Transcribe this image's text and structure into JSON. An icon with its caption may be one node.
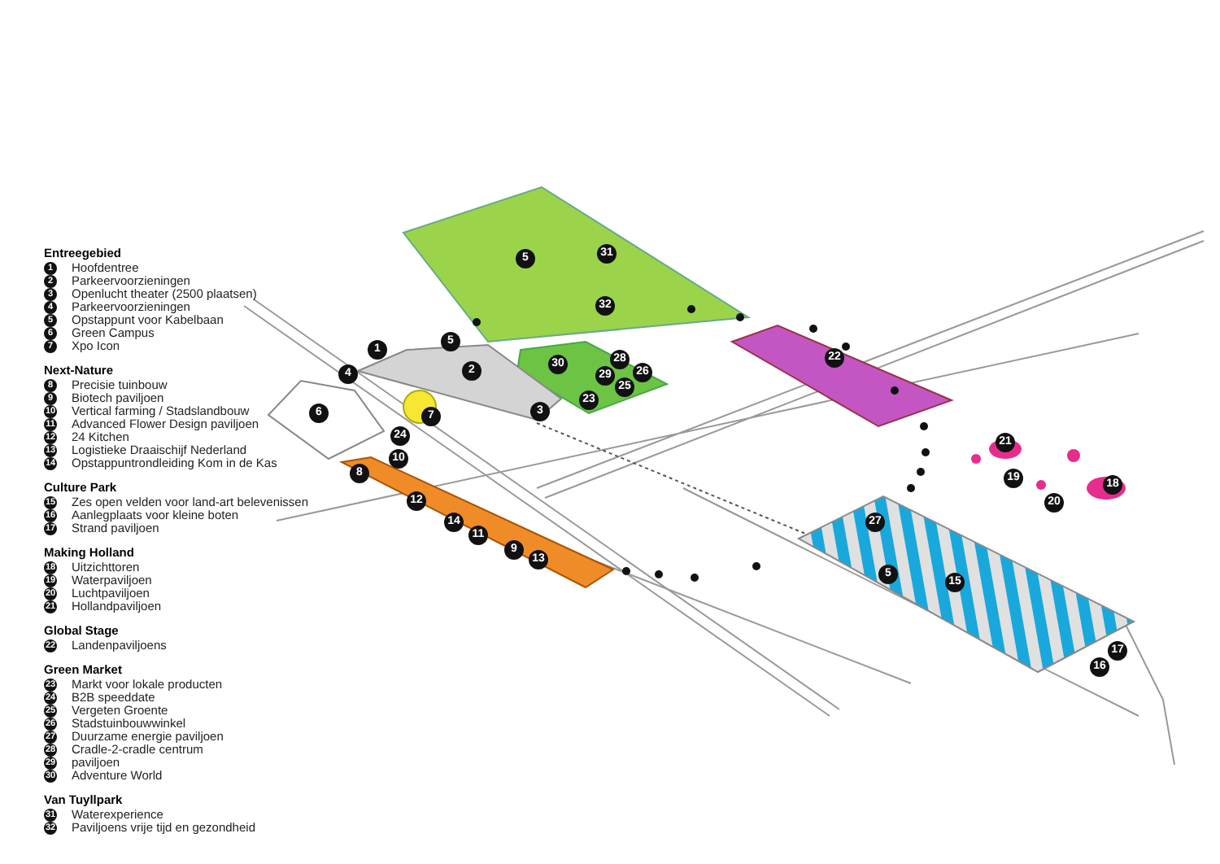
{
  "diagram": {
    "labels": [
      "Entreegebied",
      "1",
      "Hoofdentree",
      "2",
      "Parkeervoorzieningen",
      "3",
      "Openlucht theater (2500 plaatsen)",
      "4",
      "Parkeervoorzieningen",
      "5",
      "Opstappunt voor Kabelbaan",
      "6",
      "Green Campus",
      "7",
      "Xpo Icon",
      "Next-Nature",
      "8",
      "Precisie tuinbouw",
      "9",
      "Biotech paviljoen",
      "10",
      "Vertical farming / Stadslandbouw",
      "11",
      "Advanced Flower Design paviljoen",
      "12",
      "24 Kitchen",
      "13",
      "Logistieke Draaischijf Nederland",
      "14",
      "Opstappuntrondleiding Kom in de Kas",
      "Culture Park",
      "15",
      "Zes open velden voor land-art belevenissen",
      "16",
      "Aanlegplaats voor kleine boten",
      "17",
      "Strand paviljoen",
      "Making Holland",
      "18",
      "Uitzichttoren",
      "19",
      "Waterpaviljoen",
      "20",
      "Luchtpaviljoen",
      "21",
      "Hollandpaviljoen",
      "Global Stage",
      "22",
      "Landenpaviljoens",
      "Green Market",
      "23",
      "Markt voor lokale producten",
      "24",
      "B2B speeddate",
      "25",
      "Vergeten Groente",
      "26",
      "Stadstuinbouwwinkel",
      "27",
      "Duurzame energie paviljoen",
      "28",
      "Cradle-2-cradle centrum",
      "29",
      "paviljoen",
      "30",
      "Adventure World",
      "Van Tuyllpark",
      "31",
      "Waterexperience",
      "32",
      "Paviljoens vrije tijd en gezondheid",
      "31",
      "5",
      "32",
      "5",
      "1",
      "4",
      "2",
      "28",
      "30",
      "22",
      "26",
      "29",
      "25",
      "23",
      "3",
      "6",
      "7",
      "24",
      "21",
      "10",
      "8",
      "19",
      "18",
      "12",
      "20",
      "14",
      "27",
      "11",
      "9",
      "13",
      "5",
      "15",
      "17",
      "16"
    ]
  }
}
